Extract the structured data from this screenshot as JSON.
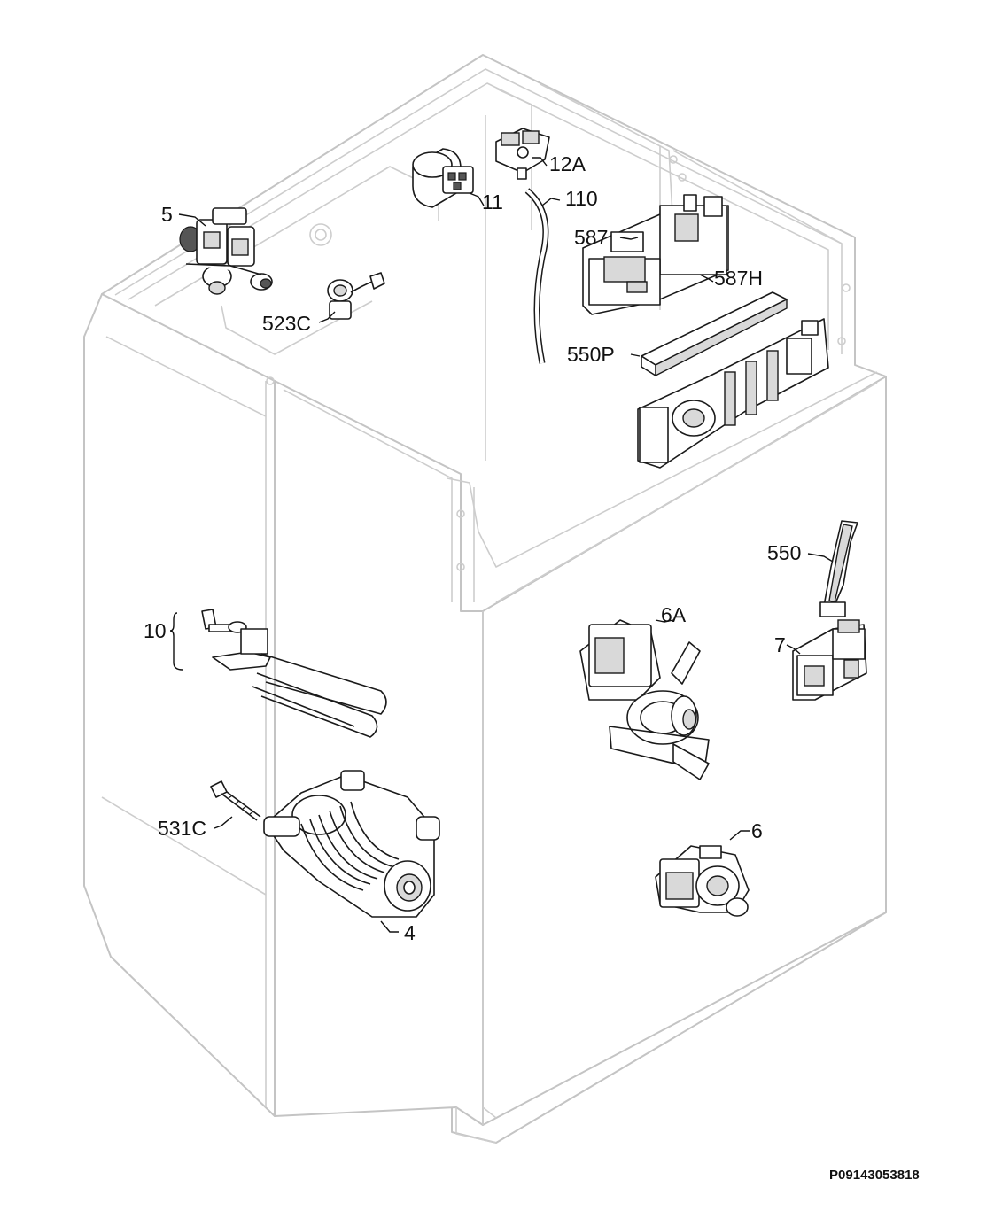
{
  "diagram": {
    "reference_code": "P09143053818",
    "callouts": {
      "valve": "5",
      "capacitor": "11",
      "pressure_switch": "12A",
      "hose": "110",
      "clamp": "523C",
      "board_h": "587H",
      "cover": "550P",
      "board": "587",
      "lever": "550",
      "door_lock": "7",
      "pump_a": "6A",
      "heater": "10",
      "screw": "531C",
      "motor": "4",
      "pump": "6"
    }
  }
}
